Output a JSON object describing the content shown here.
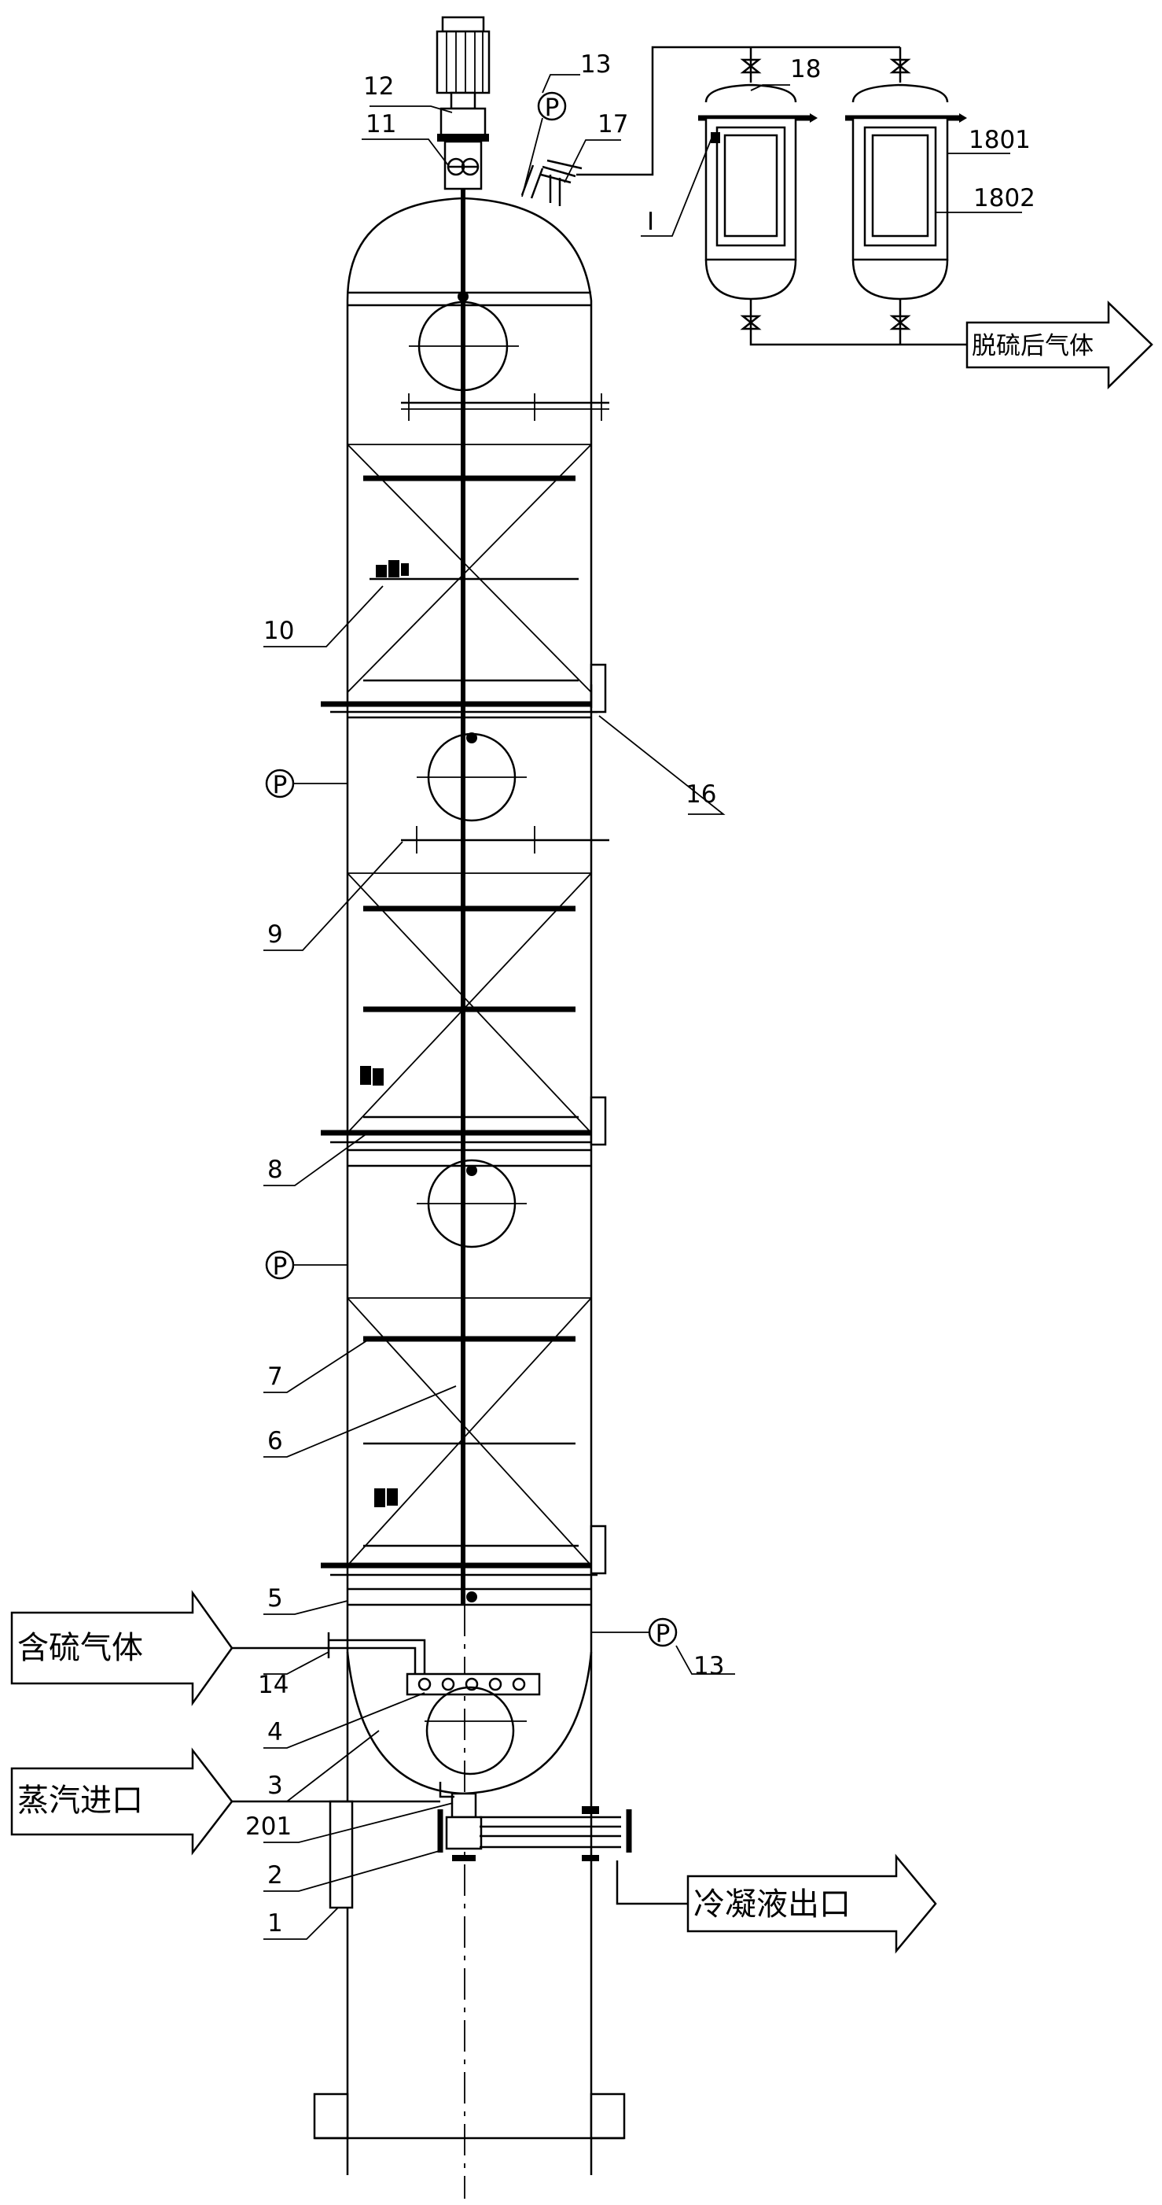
{
  "labels": {
    "n1": "1",
    "n2": "2",
    "n201": "201",
    "n3": "3",
    "n4": "4",
    "n5": "5",
    "n6": "6",
    "n7": "7",
    "n8": "8",
    "n9": "9",
    "n10": "10",
    "n11": "11",
    "n12": "12",
    "n13_top": "13",
    "n13_right": "13",
    "n14": "14",
    "n16": "16",
    "n17": "17",
    "n18": "18",
    "n1801": "1801",
    "n1802": "1802",
    "roman_I": "I"
  },
  "pressure_gauge_symbol": "P",
  "arrows": {
    "sulfur_gas_in": "含硫气体",
    "steam_in": "蒸汽进口",
    "condensate_out": "冷凝液出口",
    "desulfurized_gas_out": "脱硫后气体"
  },
  "colors": {
    "line": "#000000",
    "background": "#ffffff"
  }
}
